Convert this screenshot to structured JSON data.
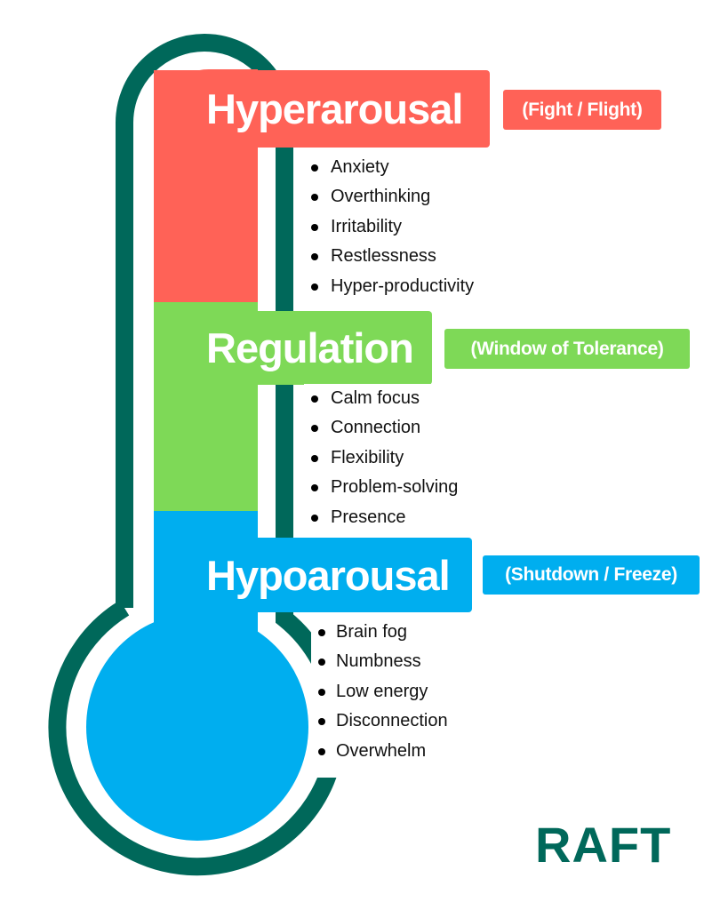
{
  "colors": {
    "hyper": "#ff6257",
    "regulation": "#7ed957",
    "hypo": "#00aeef",
    "outline": "#00685a"
  },
  "zones": [
    {
      "title": "Hyperarousal",
      "tag": "(Fight / Flight)",
      "items": [
        "Anxiety",
        "Overthinking",
        "Irritability",
        "Restlessness",
        "Hyper-productivity"
      ]
    },
    {
      "title": "Regulation",
      "tag": "(Window of Tolerance)",
      "items": [
        "Calm focus",
        "Connection",
        "Flexibility",
        "Problem-solving",
        "Presence"
      ]
    },
    {
      "title": "Hypoarousal",
      "tag": "(Shutdown / Freeze)",
      "items": [
        "Brain fog",
        "Numbness",
        "Low energy",
        "Disconnection",
        "Overwhelm"
      ]
    }
  ],
  "logo": "RAFT"
}
